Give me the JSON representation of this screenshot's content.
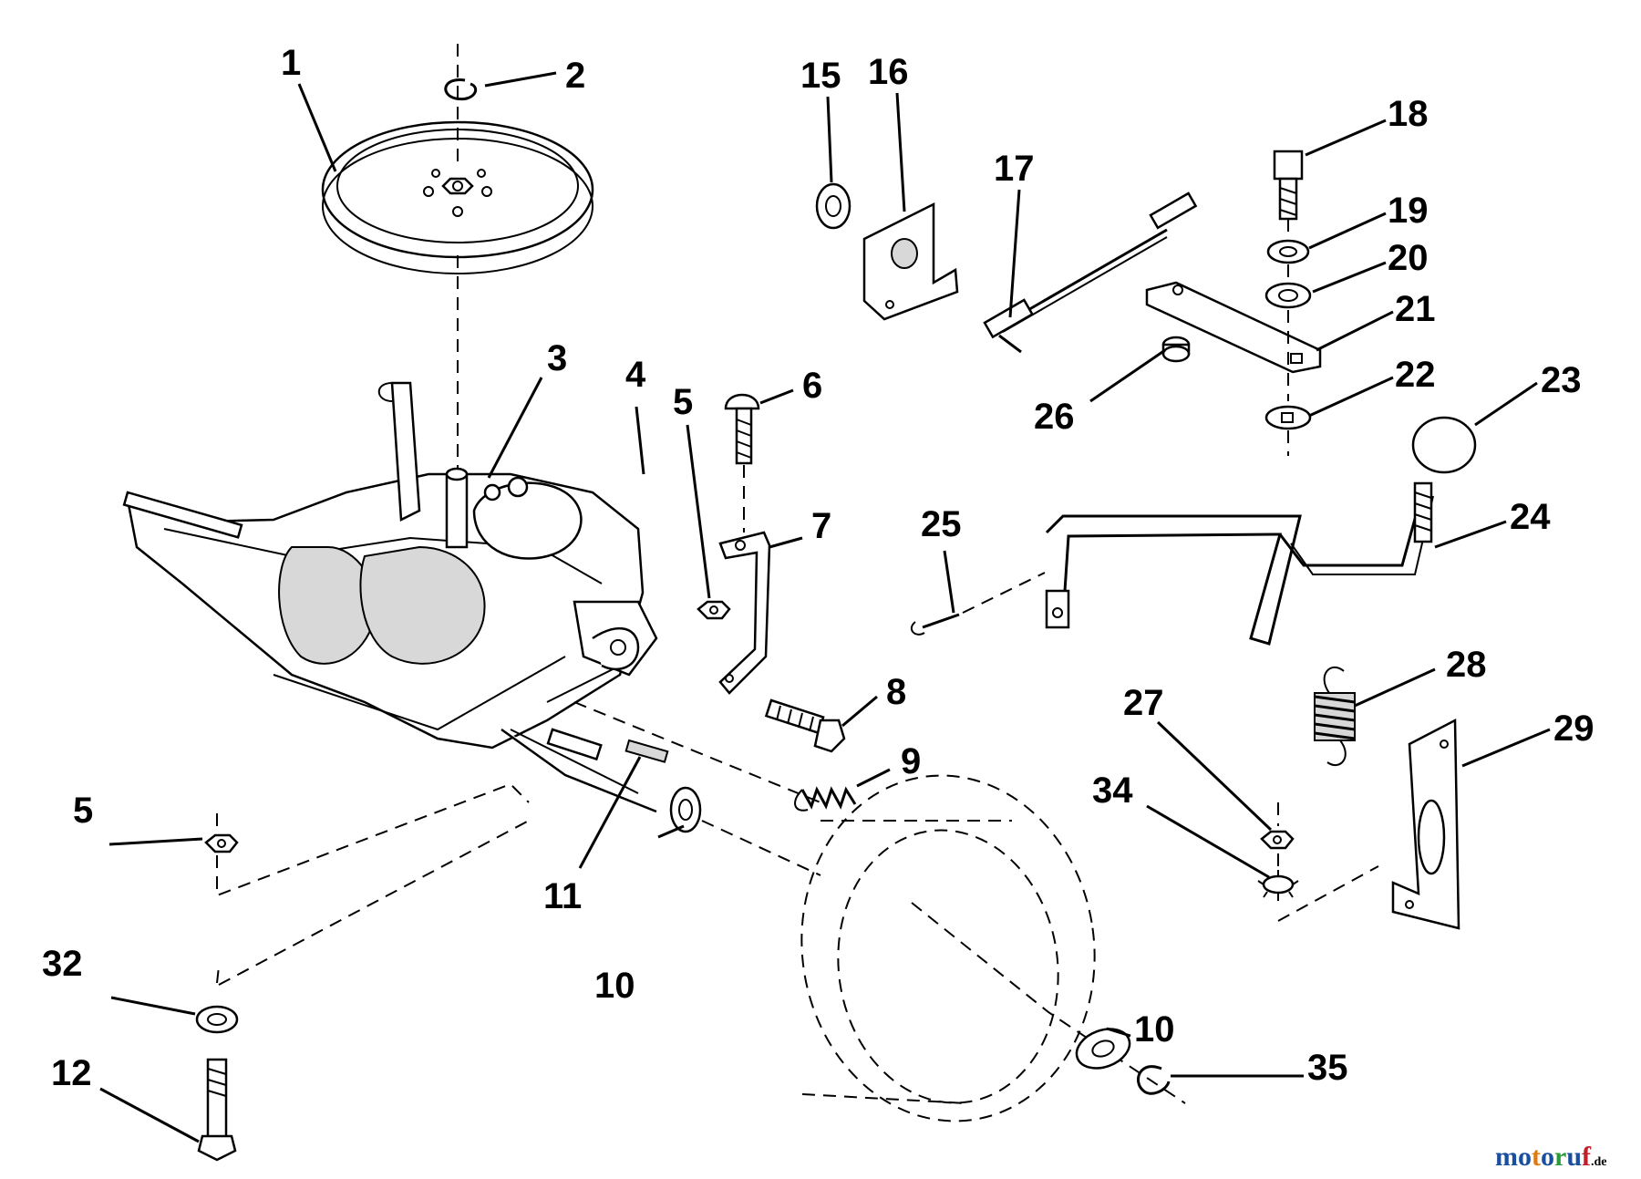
{
  "diagram": {
    "callouts": [
      {
        "id": "c1",
        "label": "1"
      },
      {
        "id": "c2",
        "label": "2"
      },
      {
        "id": "c3",
        "label": "3"
      },
      {
        "id": "c4",
        "label": "4"
      },
      {
        "id": "c5a",
        "label": "5"
      },
      {
        "id": "c5b",
        "label": "5"
      },
      {
        "id": "c6",
        "label": "6"
      },
      {
        "id": "c7",
        "label": "7"
      },
      {
        "id": "c8",
        "label": "8"
      },
      {
        "id": "c9",
        "label": "9"
      },
      {
        "id": "c10a",
        "label": "10"
      },
      {
        "id": "c10b",
        "label": "10"
      },
      {
        "id": "c11",
        "label": "11"
      },
      {
        "id": "c12",
        "label": "12"
      },
      {
        "id": "c15",
        "label": "15"
      },
      {
        "id": "c16",
        "label": "16"
      },
      {
        "id": "c17",
        "label": "17"
      },
      {
        "id": "c18",
        "label": "18"
      },
      {
        "id": "c19",
        "label": "19"
      },
      {
        "id": "c20",
        "label": "20"
      },
      {
        "id": "c21",
        "label": "21"
      },
      {
        "id": "c22",
        "label": "22"
      },
      {
        "id": "c23",
        "label": "23"
      },
      {
        "id": "c24",
        "label": "24"
      },
      {
        "id": "c25",
        "label": "25"
      },
      {
        "id": "c26",
        "label": "26"
      },
      {
        "id": "c27",
        "label": "27"
      },
      {
        "id": "c28",
        "label": "28"
      },
      {
        "id": "c29",
        "label": "29"
      },
      {
        "id": "c32",
        "label": "32"
      },
      {
        "id": "c34",
        "label": "34"
      },
      {
        "id": "c35",
        "label": "35"
      }
    ],
    "watermark": {
      "brand": "motoruf",
      "suffix": ".de",
      "colors": [
        "#1a4fa0",
        "#e07a10",
        "#2a9a3a",
        "#c0202a"
      ]
    }
  }
}
